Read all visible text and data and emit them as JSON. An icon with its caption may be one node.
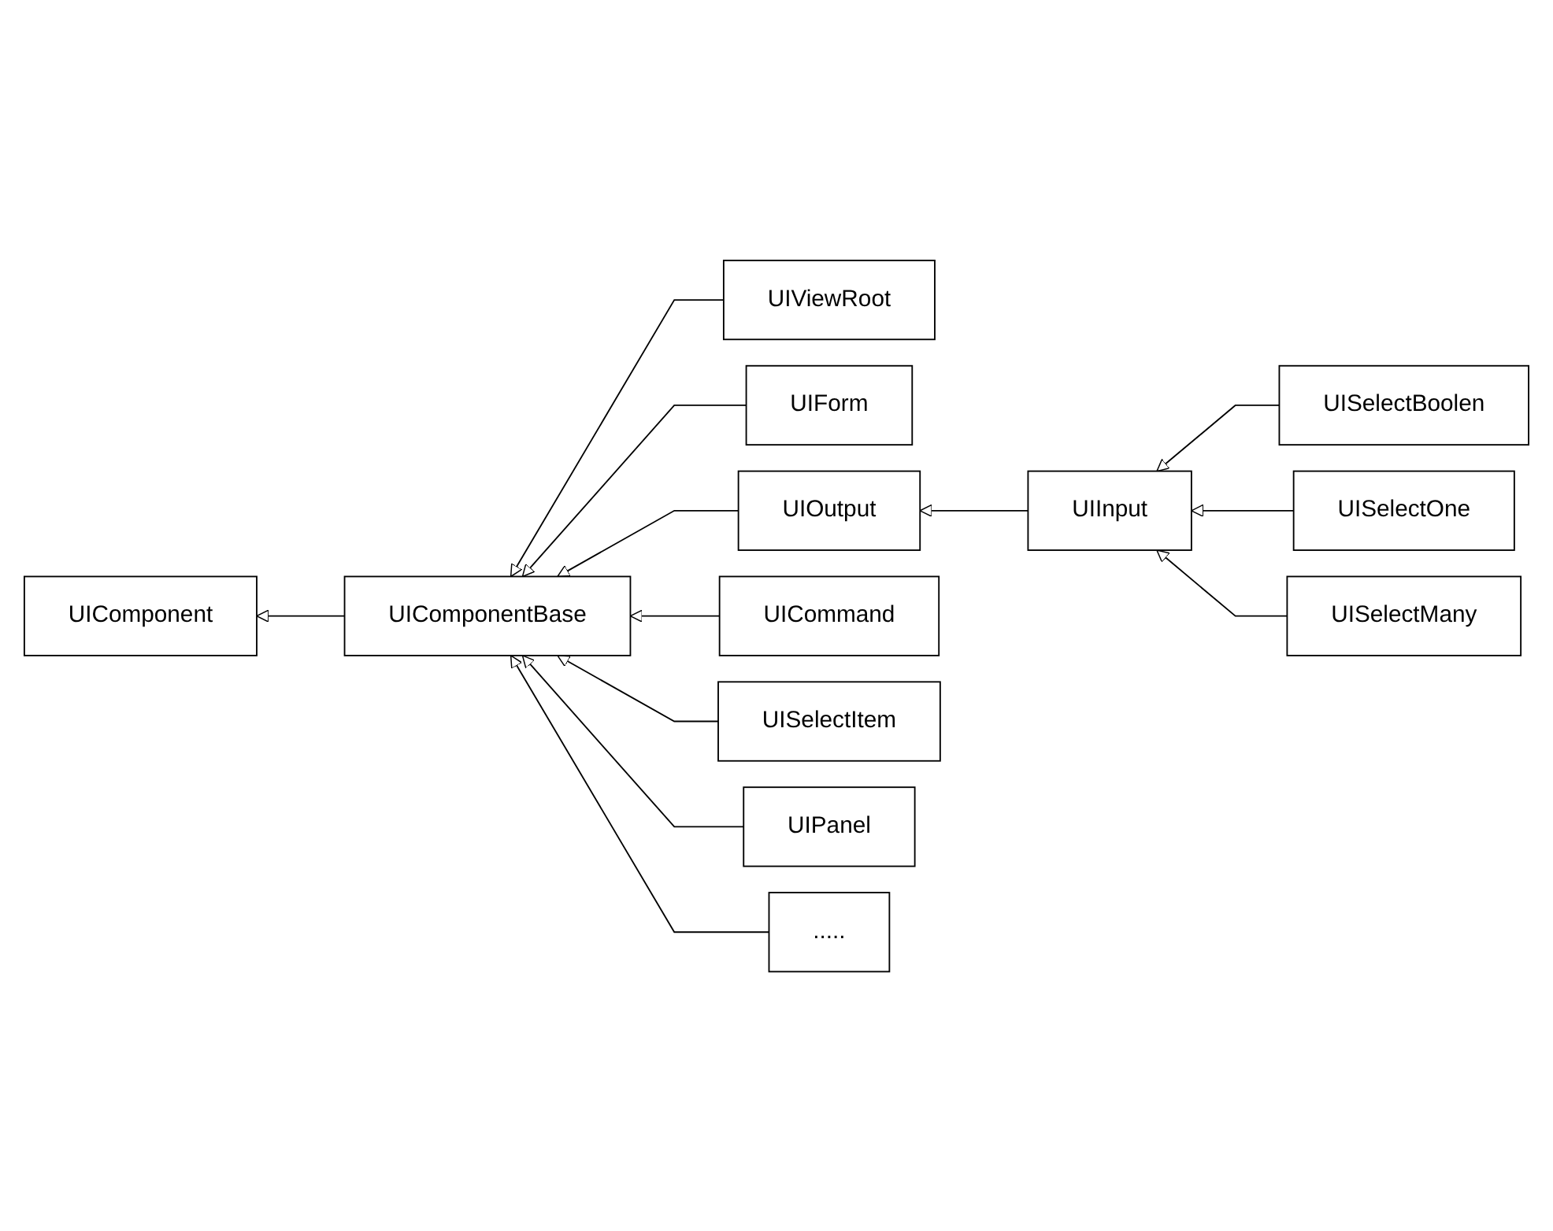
{
  "diagram": {
    "nodes": [
      {
        "text": [
          "UIComponent"
        ]
      },
      {
        "text": [
          "UIComponentBase"
        ]
      },
      {
        "text": [
          "UIViewRoot"
        ]
      },
      {
        "text": [
          "UIForm"
        ]
      },
      {
        "text": [
          "UIOutput"
        ]
      },
      {
        "text": [
          "UICommand"
        ]
      },
      {
        "text": [
          "UISelectItem"
        ]
      },
      {
        "text": [
          "UIPanel"
        ]
      },
      {
        "text": [
          "....."
        ]
      },
      {
        "text": [
          "UIInput"
        ]
      },
      {
        "text": [
          "UISelectBoolen"
        ]
      },
      {
        "text": [
          "UISelectOne"
        ]
      },
      {
        "text": [
          "UISelectMany"
        ]
      }
    ],
    "edges": [
      {
        "from": 1,
        "to": 0,
        "arrow": "to"
      },
      {
        "from": 2,
        "to": 1,
        "arrow": "to"
      },
      {
        "from": 3,
        "to": 1,
        "arrow": "to"
      },
      {
        "from": 4,
        "to": 1,
        "arrow": "to"
      },
      {
        "from": 5,
        "to": 1,
        "arrow": "to"
      },
      {
        "from": 6,
        "to": 1,
        "arrow": "to"
      },
      {
        "from": 7,
        "to": 1,
        "arrow": "to"
      },
      {
        "from": 8,
        "to": 1,
        "arrow": "to"
      },
      {
        "from": 9,
        "to": 4,
        "arrow": "to"
      },
      {
        "from": 10,
        "to": 9,
        "arrow": "to"
      },
      {
        "from": 11,
        "to": 9,
        "arrow": "to"
      },
      {
        "from": 12,
        "to": 9,
        "arrow": "to"
      }
    ]
  }
}
